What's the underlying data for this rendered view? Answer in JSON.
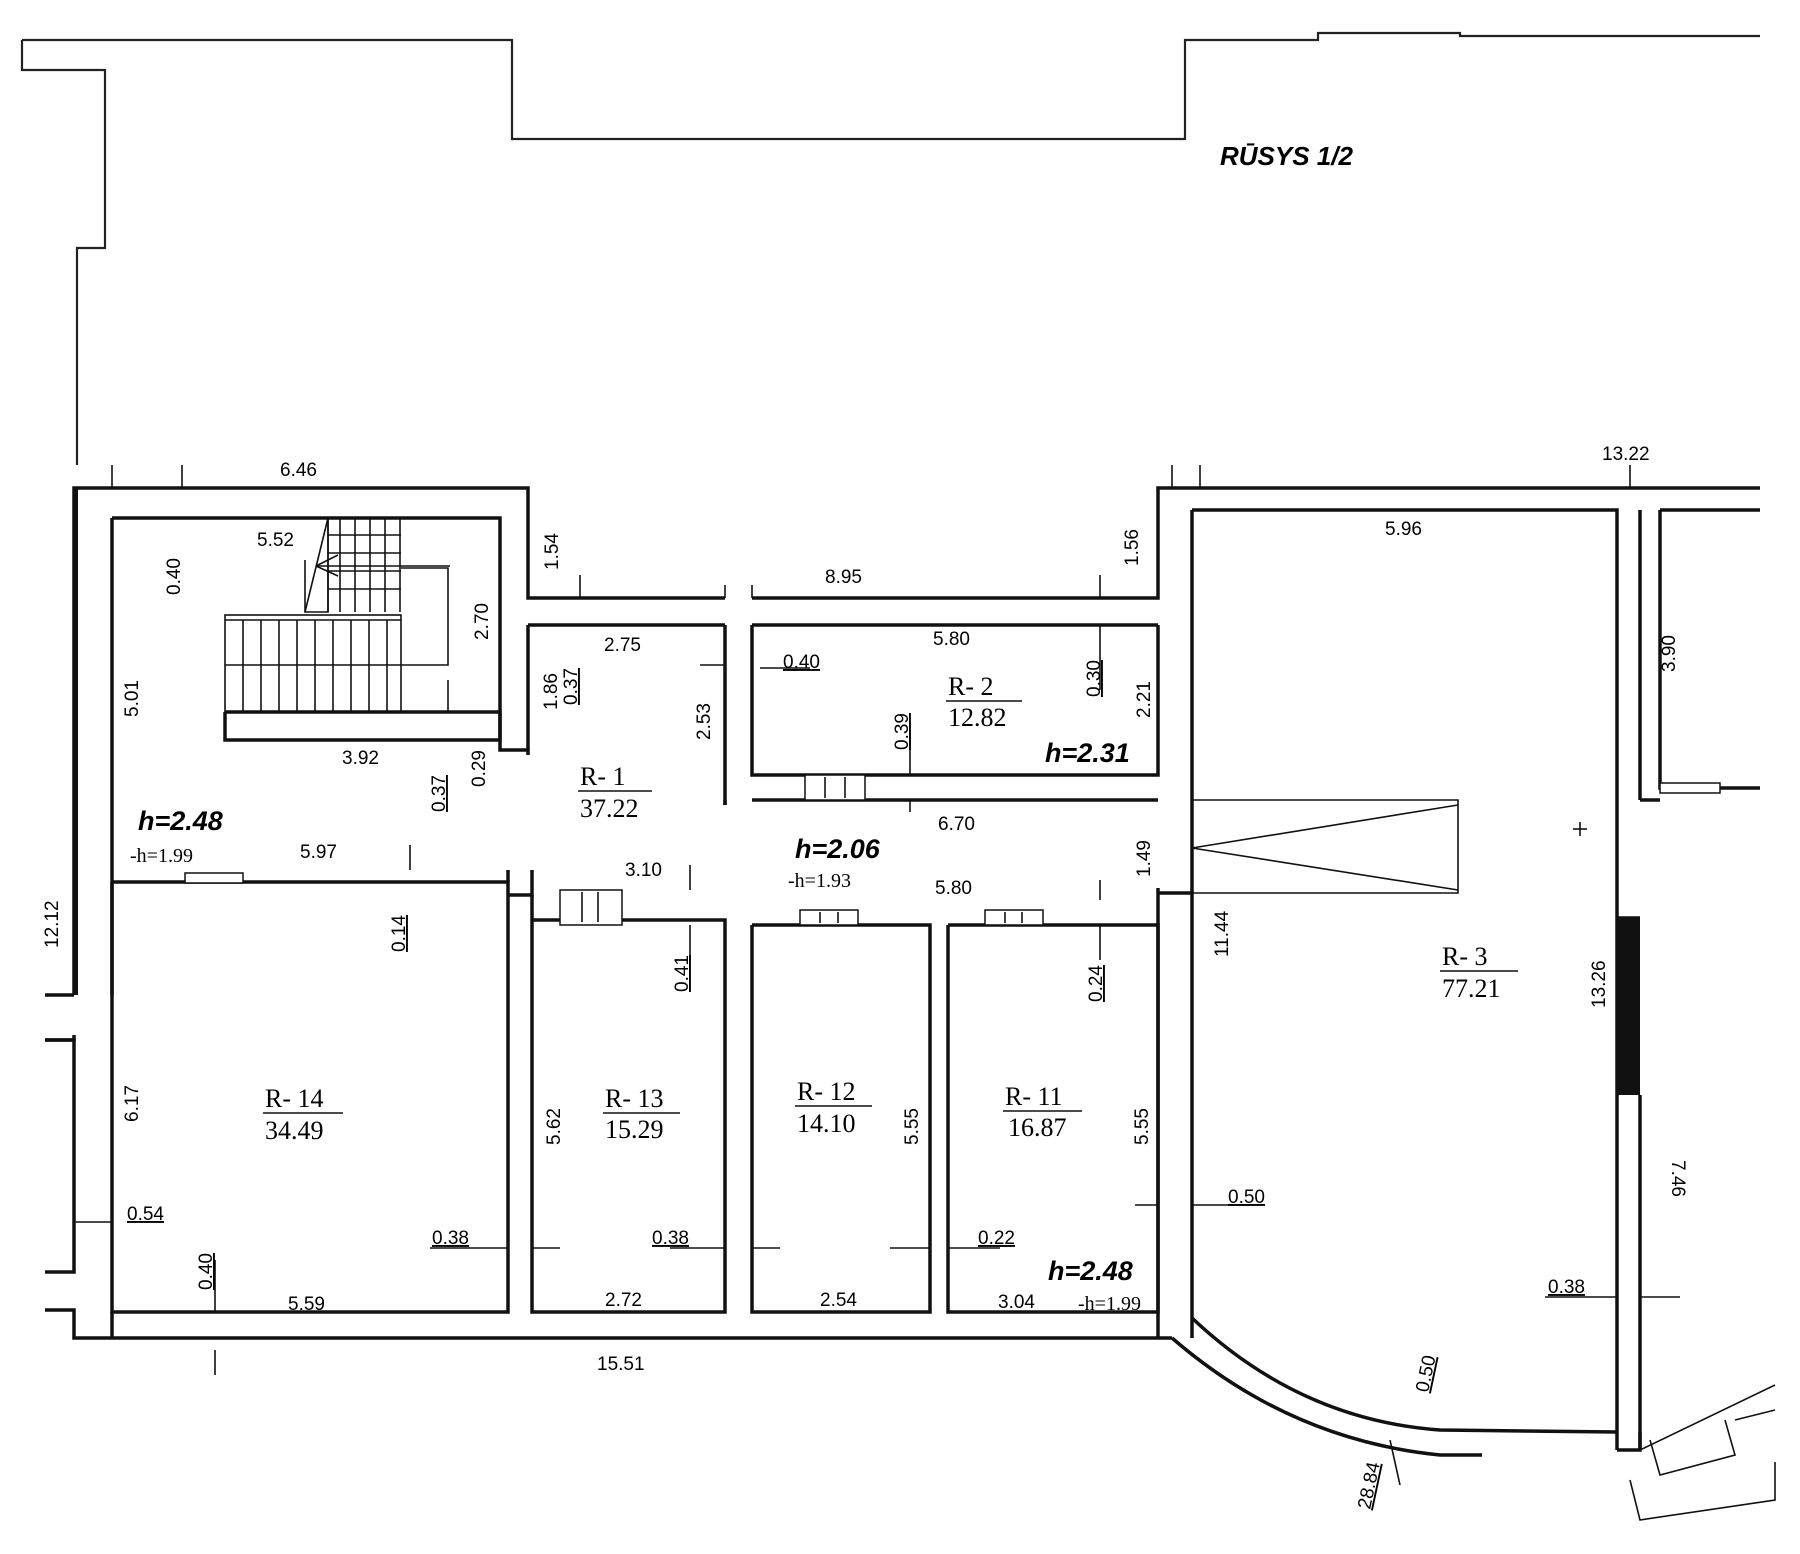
{
  "plan": {
    "title": "RŪSYS 1/2",
    "rooms": [
      {
        "id": "r1",
        "label": "R- 1",
        "area": "37.22"
      },
      {
        "id": "r2",
        "label": "R- 2",
        "area": "12.82"
      },
      {
        "id": "r3",
        "label": "R- 3",
        "area": "77.21"
      },
      {
        "id": "r11",
        "label": "R- 11",
        "area": "16.87"
      },
      {
        "id": "r12",
        "label": "R- 12",
        "area": "14.10"
      },
      {
        "id": "r13",
        "label": "R- 13",
        "area": "15.29"
      },
      {
        "id": "r14",
        "label": "R- 14",
        "area": "34.49"
      }
    ],
    "heights": {
      "left": "h=2.48",
      "left_sub": "-h=1.99",
      "middle": "h=2.06",
      "middle_sub": "-h=1.93",
      "r2": "h=2.31",
      "bottom": "h=2.48",
      "bottom_sub": "-h=1.99"
    },
    "dimensions": {
      "d646": "6.46",
      "d552": "5.52",
      "d040a": "0.40",
      "d270": "2.70",
      "d154": "1.54",
      "d895": "8.95",
      "d156": "1.56",
      "d1322": "13.22",
      "d596": "5.96",
      "d390": "3.90",
      "d275": "2.75",
      "d037a": "0.37",
      "d186": "1.86",
      "d253": "2.53",
      "d040b": "0.40",
      "d580a": "5.80",
      "d030": "0.30",
      "d221": "2.21",
      "d039": "0.39",
      "d501": "5.01",
      "d392": "3.92",
      "d037b": "0.37",
      "d029": "0.29",
      "d670": "6.70",
      "d149": "1.49",
      "d597": "5.97",
      "d310": "3.10",
      "d580b": "5.80",
      "d014": "0.14",
      "d041": "0.41",
      "d024": "0.24",
      "d1144": "11.44",
      "d1326": "13.26",
      "d1212": "12.12",
      "d617": "6.17",
      "d562": "5.62",
      "d555a": "5.55",
      "d555b": "5.55",
      "d746": "7.46",
      "d054": "0.54",
      "d038a": "0.38",
      "d038b": "0.38",
      "d022": "0.22",
      "d050a": "0.50",
      "d040c": "0.40",
      "d559": "5.59",
      "d272": "2.72",
      "d254": "2.54",
      "d304": "3.04",
      "d038c": "0.38",
      "d1551": "15.51",
      "d050b": "0.50",
      "d2884": "28.84"
    }
  }
}
